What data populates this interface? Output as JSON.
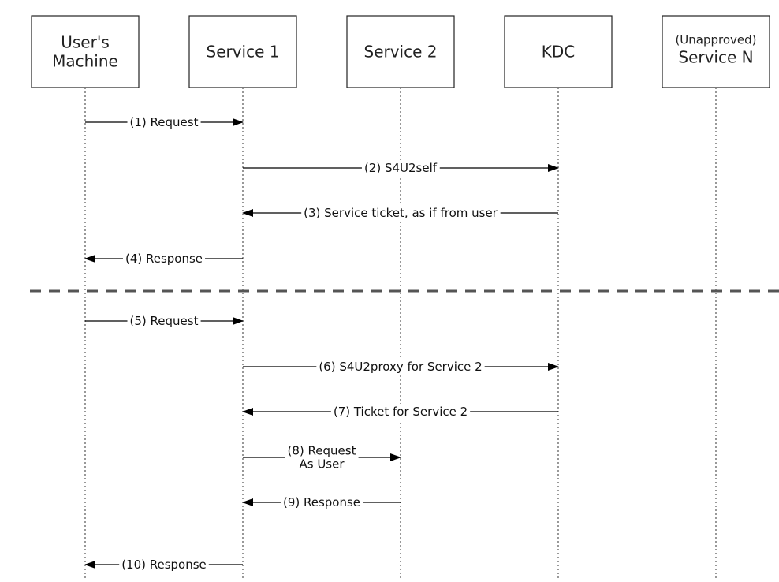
{
  "participants": [
    {
      "id": "user",
      "lines": [
        "User's",
        "Machine"
      ]
    },
    {
      "id": "service1",
      "lines": [
        "Service 1"
      ]
    },
    {
      "id": "service2",
      "lines": [
        "Service 2"
      ]
    },
    {
      "id": "kdc",
      "lines": [
        "KDC"
      ]
    },
    {
      "id": "serviceN",
      "sub": "(Unapproved)",
      "lines": [
        "Service N"
      ]
    }
  ],
  "messages": [
    {
      "from": "user",
      "to": "service1",
      "lines": [
        "(1) Request"
      ]
    },
    {
      "from": "service1",
      "to": "kdc",
      "lines": [
        "(2) S4U2self"
      ]
    },
    {
      "from": "kdc",
      "to": "service1",
      "lines": [
        "(3) Service ticket, as if from user"
      ]
    },
    {
      "from": "service1",
      "to": "user",
      "lines": [
        "(4) Response"
      ]
    },
    {
      "from": "user",
      "to": "service1",
      "lines": [
        "(5) Request"
      ]
    },
    {
      "from": "service1",
      "to": "kdc",
      "lines": [
        "(6) S4U2proxy for Service 2"
      ]
    },
    {
      "from": "kdc",
      "to": "service1",
      "lines": [
        "(7) Ticket for Service 2"
      ]
    },
    {
      "from": "service1",
      "to": "service2",
      "lines": [
        "(8) Request",
        "As User"
      ]
    },
    {
      "from": "service2",
      "to": "service1",
      "lines": [
        "(9) Response"
      ]
    },
    {
      "from": "service1",
      "to": "user",
      "lines": [
        "(10) Response"
      ]
    }
  ]
}
